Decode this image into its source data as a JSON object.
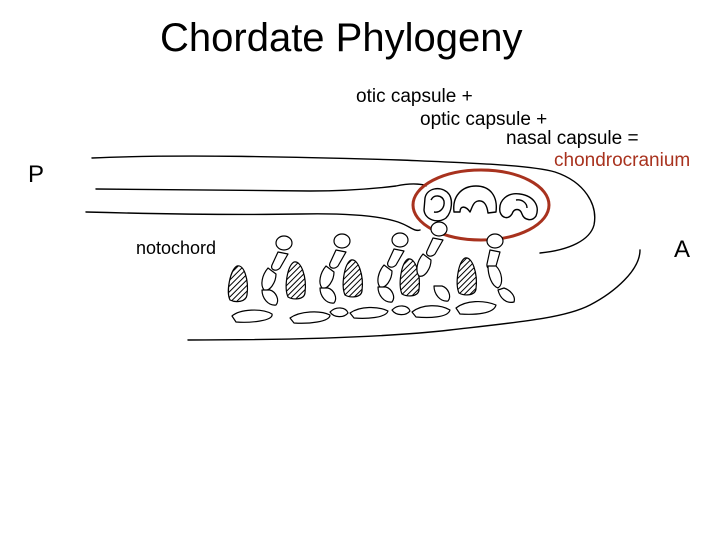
{
  "title": "Chordate Phylogeny",
  "equation": {
    "line1": "otic capsule +",
    "line2": "optic capsule +",
    "line3": "nasal capsule =",
    "result": "chondrocranium"
  },
  "labels": {
    "posterior": "P",
    "anterior": "A",
    "notochord": "notochord"
  },
  "colors": {
    "highlight": "#a8321e",
    "outline": "#000000"
  }
}
